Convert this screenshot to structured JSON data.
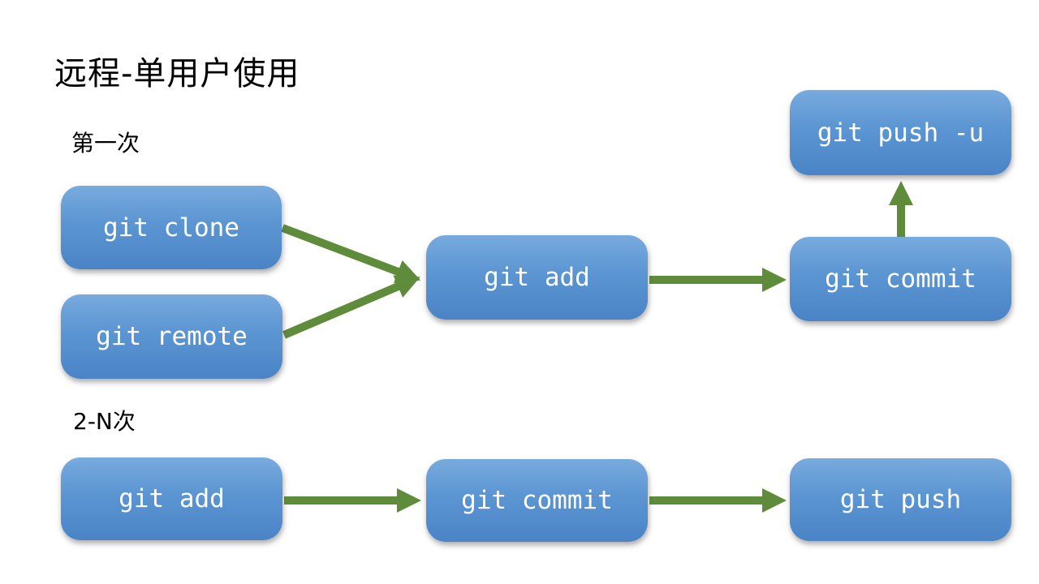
{
  "slide": {
    "title": "远程-单用户使用",
    "background_color": "#FFFFFF"
  },
  "sections": [
    {
      "label": "第一次"
    },
    {
      "label": "2-N次"
    }
  ],
  "nodes": [
    {
      "id": "git-clone",
      "label": "git clone"
    },
    {
      "id": "git-remote",
      "label": "git remote"
    },
    {
      "id": "git-add-1",
      "label": "git add"
    },
    {
      "id": "git-commit-1",
      "label": "git commit"
    },
    {
      "id": "git-push-u",
      "label": "git push -u"
    },
    {
      "id": "git-add-2",
      "label": "git add"
    },
    {
      "id": "git-commit-2",
      "label": "git commit"
    },
    {
      "id": "git-push-2",
      "label": "git push"
    }
  ],
  "edges": [
    {
      "from": "git-clone",
      "to": "git-add-1"
    },
    {
      "from": "git-remote",
      "to": "git-add-1"
    },
    {
      "from": "git-add-1",
      "to": "git-commit-1"
    },
    {
      "from": "git-commit-1",
      "to": "git-push-u"
    },
    {
      "from": "git-add-2",
      "to": "git-commit-2"
    },
    {
      "from": "git-commit-2",
      "to": "git-push-2"
    }
  ],
  "colors": {
    "node_fill_top": "#78ABDE",
    "node_fill_bottom": "#4A84C6",
    "node_text": "#FFFFFF",
    "arrow": "#5E8C3B",
    "title_text": "#000000"
  }
}
